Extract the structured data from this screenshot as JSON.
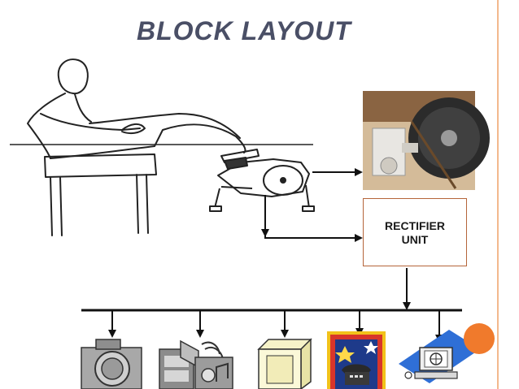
{
  "title": "BLOCK LAYOUT",
  "blocks": {
    "rectifier": {
      "line1": "RECTIFIER",
      "line2": "UNIT"
    }
  },
  "colors": {
    "title": "#4a4f66",
    "accent_border": "#f3b98d",
    "orange_dot": "#f07a2c",
    "box_border": "#b5653a",
    "lines": "#111111"
  },
  "icons": [
    "person-on-chair-pedaling-icon",
    "pedal-exerciser-icon",
    "generator-photo-icon",
    "camera-icon",
    "multimedia-film-icon",
    "box-icon",
    "telephone-icon",
    "computer-icon"
  ]
}
